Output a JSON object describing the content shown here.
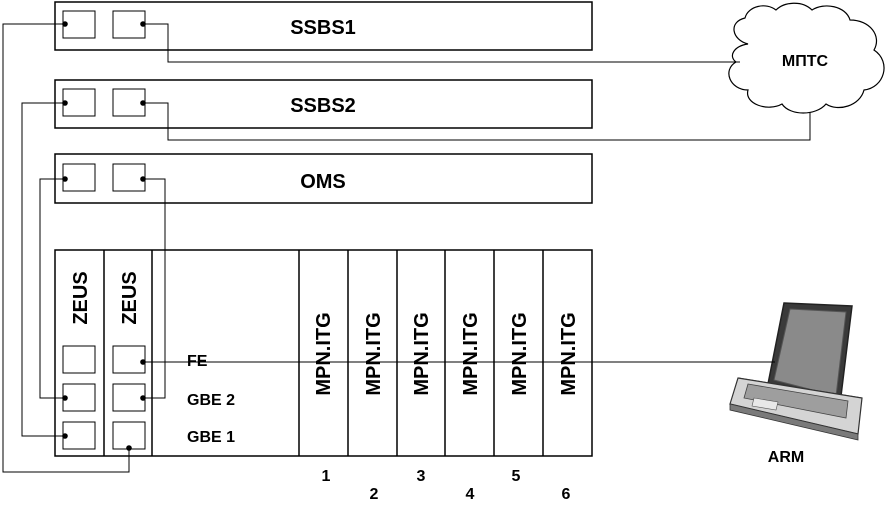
{
  "units": {
    "ssbs1": "SSBS1",
    "ssbs2": "SSBS2",
    "oms": "OMS"
  },
  "cloud_label": "МПТС",
  "zeus": [
    "ZEUS",
    "ZEUS"
  ],
  "port_labels": {
    "fe": "FE",
    "gbe2": "GBE 2",
    "gbe1": "GBE 1"
  },
  "cards": [
    {
      "label": "MPN.ITG",
      "number": "1"
    },
    {
      "label": "MPN.ITG",
      "number": "2"
    },
    {
      "label": "MPN.ITG",
      "number": "3"
    },
    {
      "label": "MPN.ITG",
      "number": "4"
    },
    {
      "label": "MPN.ITG",
      "number": "5"
    },
    {
      "label": "MPN.ITG",
      "number": "6"
    }
  ],
  "laptop_label": "ARM"
}
